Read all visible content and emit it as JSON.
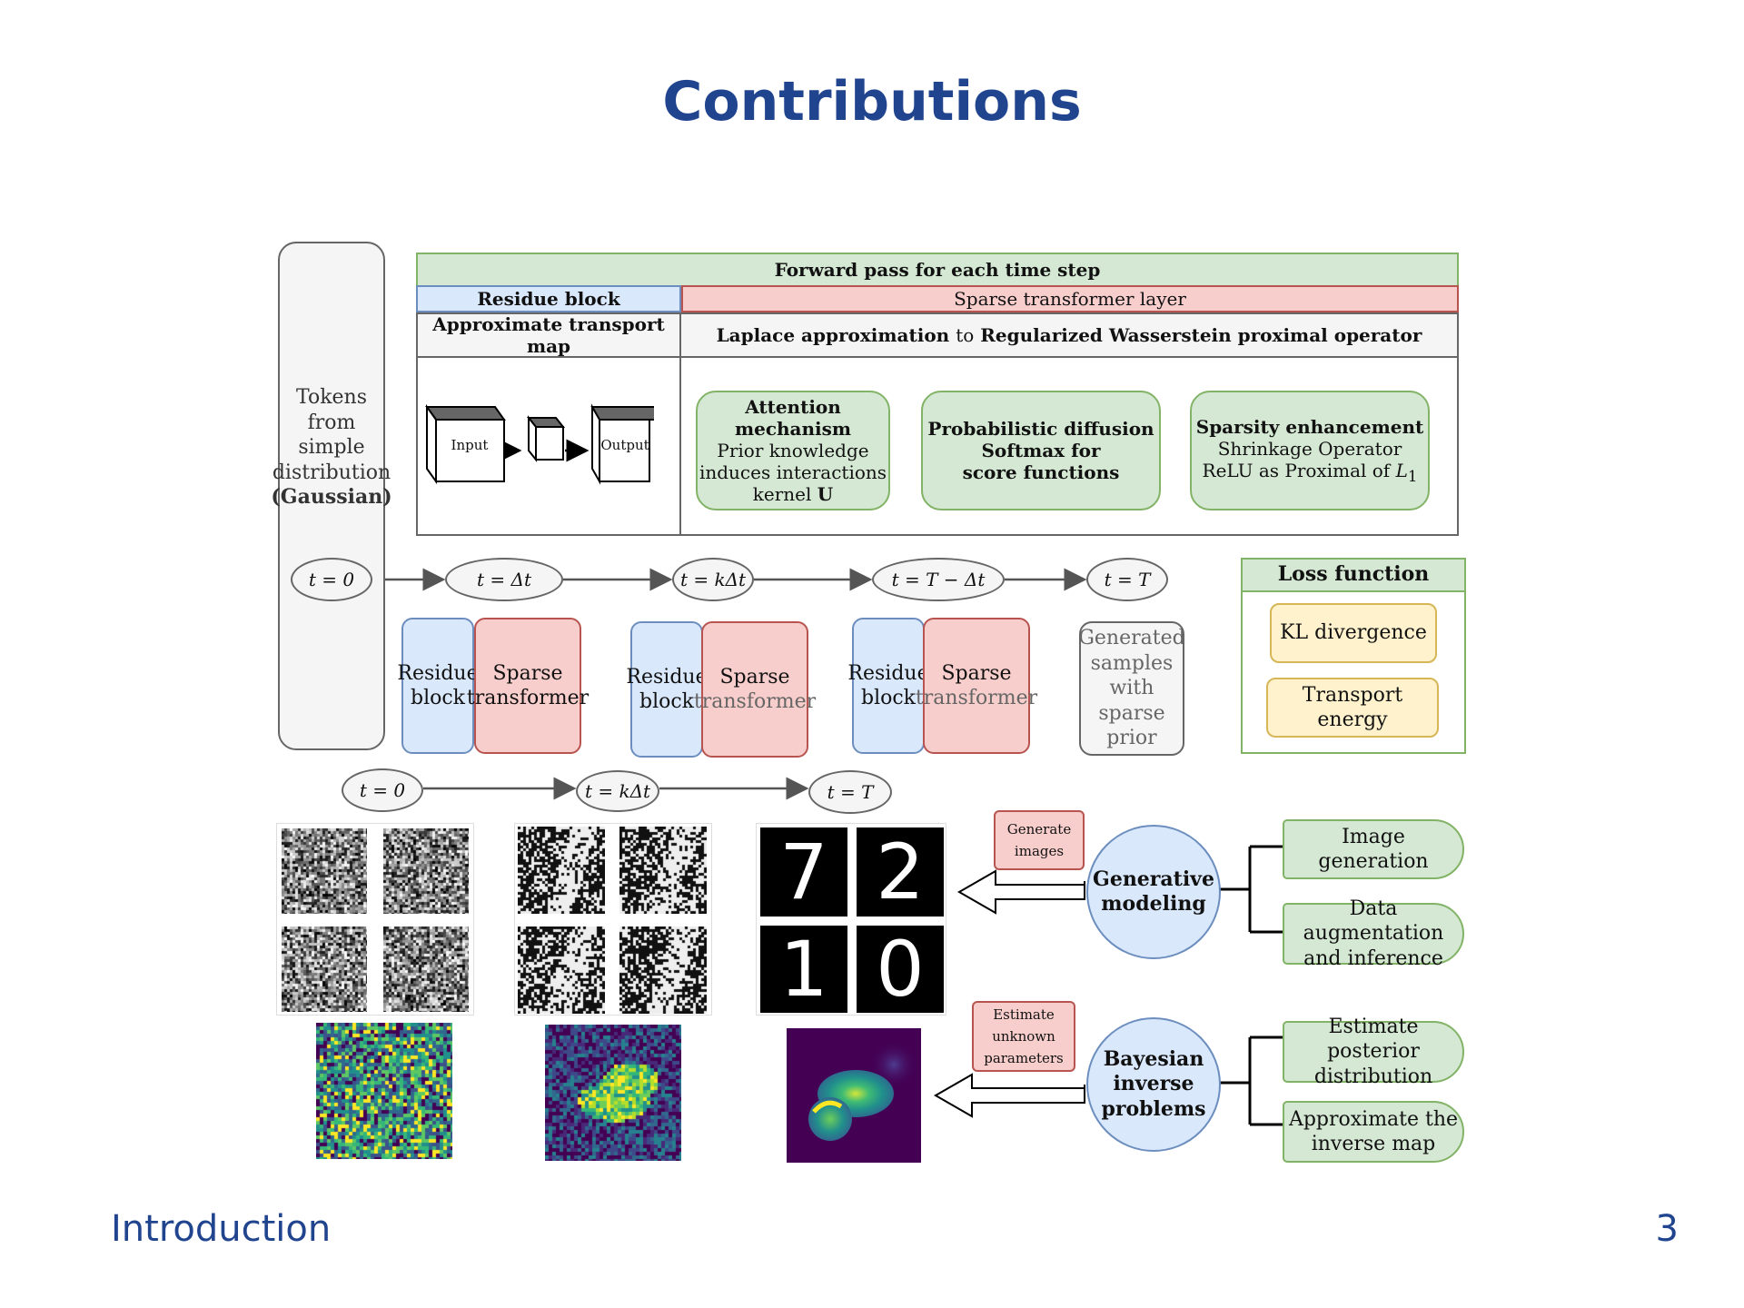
{
  "slide": {
    "title": "Contributions",
    "footer_left": "Introduction",
    "page_number": "3"
  },
  "tokens_box": {
    "line1": "Tokens",
    "line2": "from simple",
    "line3": "distribution",
    "line4": "(Gaussian)"
  },
  "forward_pass": {
    "header": "Forward pass for each time step",
    "residue_header": "Residue block",
    "sparse_header": "Sparse transformer layer",
    "approx_transport": "Approximate transport map",
    "laplace_a": "Laplace approximation",
    "laplace_b": "to",
    "laplace_c": "Regularized Wasserstein proximal operator",
    "cube_input": "Input",
    "cube_output": "Output",
    "attention": {
      "title": "Attention mechanism",
      "l1": "Prior knowledge",
      "l2": "induces interactions",
      "l3": "kernel",
      "l3_bold": "U"
    },
    "diffusion": {
      "l1": "Probabilistic diffusion",
      "l2": "Softmax for",
      "l3": "score functions"
    },
    "sparsity": {
      "title": "Sparsity enhancement",
      "l1": "Shrinkage Operator",
      "l2": "ReLU as Proximal of",
      "l2_math": "L",
      "l2_sub": "1"
    }
  },
  "timeline_top": {
    "t0": "t = 0",
    "t1": "t = Δt",
    "t2": "t = kΔt",
    "t3": "t = T − Δt",
    "t4": "t = T"
  },
  "blocks": {
    "residue_l1": "Residue",
    "residue_l2": "block",
    "sparse_l1": "Sparse",
    "sparse_l2": "transformer",
    "generated": {
      "l1": "Generated",
      "l2": "samples",
      "l3": "with sparse",
      "l4": "prior"
    }
  },
  "loss": {
    "header": "Loss function",
    "kl": "KL divergence",
    "transport": "Transport energy"
  },
  "timeline_bottom": {
    "t0": "t = 0",
    "t1": "t = kΔt",
    "t2": "t = T"
  },
  "digits": [
    "7",
    "2",
    "1",
    "0"
  ],
  "generative": {
    "tag_l1": "Generate",
    "tag_l2": "images",
    "circle_l1": "Generative",
    "circle_l2": "modeling",
    "item1": "Image generation",
    "item2_l1": "Data augmentation",
    "item2_l2": "and inference"
  },
  "bayesian": {
    "tag_l1": "Estimate",
    "tag_l2": "unknown",
    "tag_l3": "parameters",
    "circle_l1": "Bayesian",
    "circle_l2": "inverse",
    "circle_l3": "problems",
    "item1_l1": "Estimate posterior",
    "item1_l2": "distribution",
    "item2_l1": "Approximate the",
    "item2_l2": "inverse map"
  },
  "colors": {
    "title": "#21448f",
    "green": "#d5e8d4",
    "blue": "#dae8fc",
    "red": "#f8cecc",
    "yellow": "#fff2cc"
  }
}
